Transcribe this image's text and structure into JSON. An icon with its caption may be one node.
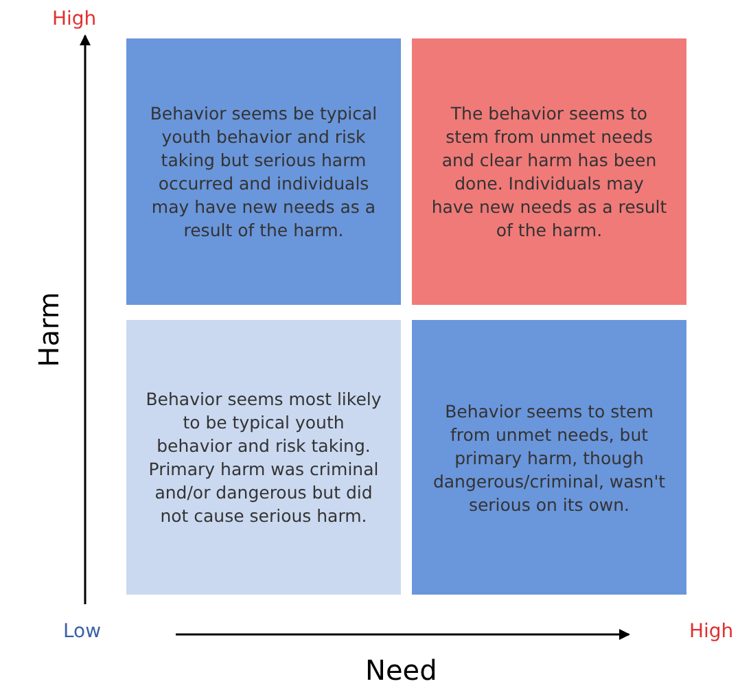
{
  "diagram": {
    "nodes": [
      {
        "text": [
          "Behavior seems be typical youth behavior and risk taking but serious harm occurred and individuals may have new needs as a result of the harm."
        ]
      },
      {
        "text": [
          "The behavior seems to stem from unmet needs and clear harm has been done. Individuals may have new needs as a result of the harm."
        ]
      },
      {
        "text": [
          "Behavior seems most likely to be typical youth behavior and risk taking. Primary harm was criminal and/or dangerous but did not cause serious harm."
        ]
      },
      {
        "text": [
          "Behavior seems to stem from unmet needs, but primary harm, though dangerous/criminal, wasn't serious on its own."
        ]
      }
    ],
    "labels": [
      "High",
      "Harm",
      "Low",
      "High",
      "Need"
    ]
  }
}
